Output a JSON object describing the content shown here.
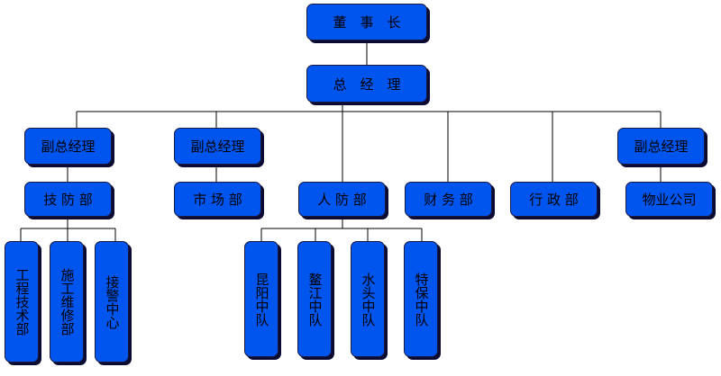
{
  "chairman": "董　事　长",
  "general_manager": "总　经　理",
  "deputy_managers": [
    "副总经理",
    "副总经理",
    "副总经理"
  ],
  "departments": {
    "tech": "技 防 部",
    "market": "市 场 部",
    "personnel": "人 防 部",
    "finance": "财 务 部",
    "admin": "行 政 部",
    "property": "物业公司"
  },
  "tech_units": [
    "工程技术部",
    "施工维修部",
    "接警中心"
  ],
  "guard_units": [
    "昆阳中队",
    "鳌江中队",
    "水头中队",
    "特保中队"
  ],
  "colors": {
    "box_fill": "#0055ee",
    "box_shadow": "#0a0a33",
    "line": "#000000"
  }
}
